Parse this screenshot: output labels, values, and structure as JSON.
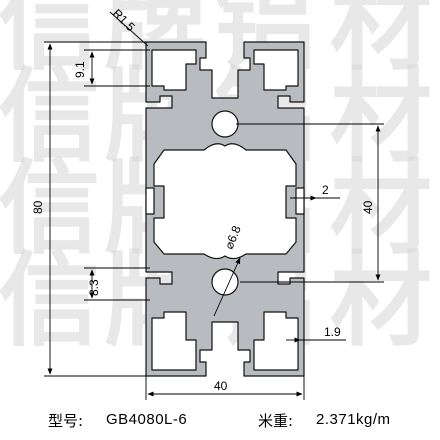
{
  "watermark": {
    "rows": [
      [
        "信",
        "牌",
        "铝",
        "材"
      ],
      [
        "信",
        "牌",
        "铝",
        "材"
      ],
      [
        "信",
        "牌",
        "铝",
        "材"
      ],
      [
        "信",
        "牌",
        "铝",
        "材"
      ]
    ]
  },
  "dimensions": {
    "radius": "R1.5",
    "slot_depth": "9.1",
    "overall_height": "80",
    "inner_height": "40",
    "core_wall": "2",
    "bore_diameter": "⌀6.8",
    "slot_offset": "8.3",
    "wall_thickness": "1.9",
    "overall_width": "40"
  },
  "spec": {
    "model_label": "型号:",
    "model_value": "GB4080L-6",
    "weight_label": "米重:",
    "weight_value": "2.371kg/m"
  },
  "colors": {
    "profile_outer": "#b8bcc0",
    "profile_inner": "#ffffff",
    "outline": "#111111",
    "watermark": "#d6d6d6"
  }
}
